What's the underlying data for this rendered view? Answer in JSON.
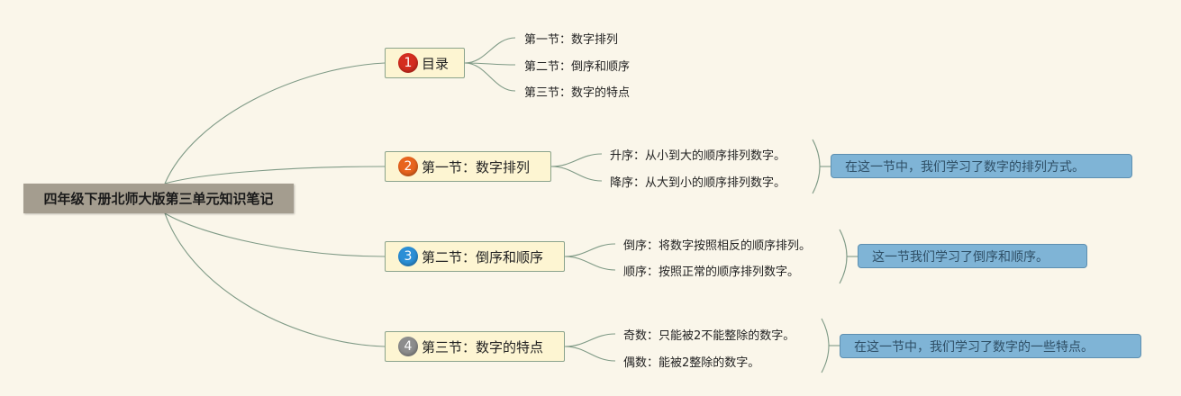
{
  "root": {
    "title": "四年级下册北师大版第三单元知识笔记"
  },
  "branches": [
    {
      "badge": "1",
      "badge_color": "#d42d1f",
      "label": "目录",
      "leaves": [
        "第一节：数字排列",
        "第二节：倒序和顺序",
        "第三节：数字的特点"
      ]
    },
    {
      "badge": "2",
      "badge_color": "#e8641e",
      "label": "第一节：数字排列",
      "leaves": [
        "升序：从小到大的顺序排列数字。",
        "降序：从大到小的顺序排列数字。"
      ],
      "summary": "在这一节中，我们学习了数字的排列方式。"
    },
    {
      "badge": "3",
      "badge_color": "#2b8fd6",
      "label": "第二节：倒序和顺序",
      "leaves": [
        "倒序：将数字按照相反的顺序排列。",
        "顺序：按照正常的顺序排列数字。"
      ],
      "summary": "这一节我们学习了倒序和顺序。"
    },
    {
      "badge": "4",
      "badge_color": "#8d8d8d",
      "label": "第三节：数字的特点",
      "leaves": [
        "奇数：只能被2不能整除的数字。",
        "偶数：能被2整除的数字。"
      ],
      "summary": "在这一节中，我们学习了数字的一些特点。"
    }
  ],
  "colors": {
    "background": "#faf6ea",
    "connector": "#7f9a86",
    "topic_fill": "#fdf5d2",
    "summary_fill": "#7fb4d6",
    "root_fill": "#a49d8f"
  }
}
